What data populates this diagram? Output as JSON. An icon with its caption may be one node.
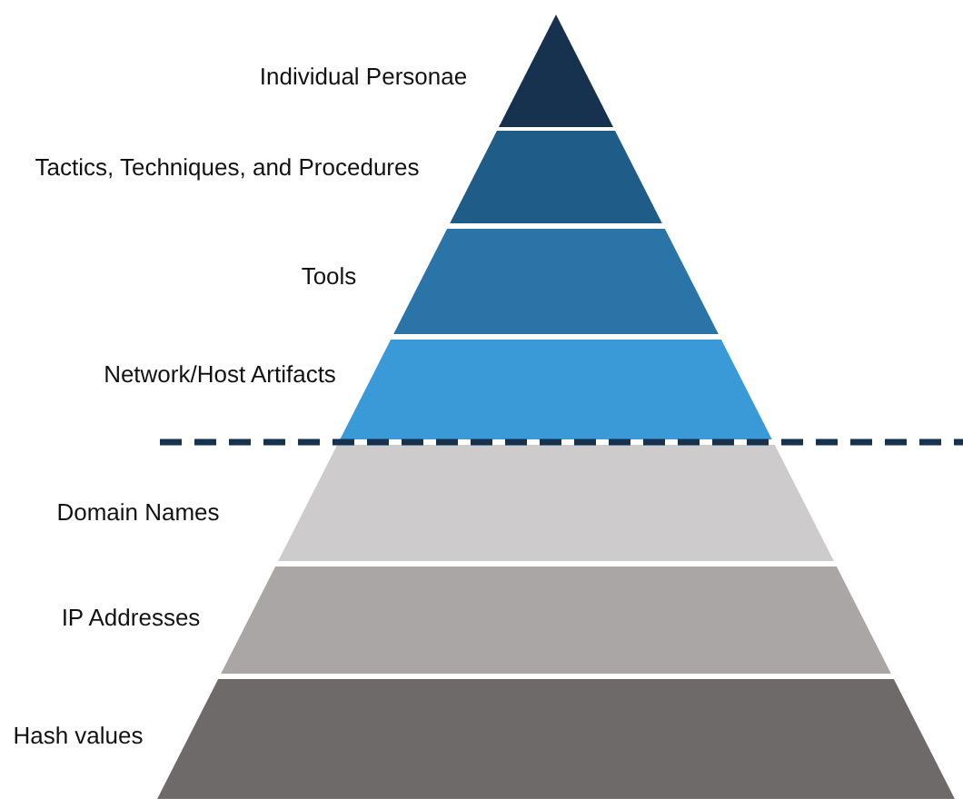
{
  "diagram": {
    "nodes": [
      {
        "text": [
          "Individual Personae"
        ]
      },
      {
        "text": [
          "Tactics, Techniques, and Procedures"
        ]
      },
      {
        "text": [
          "Tools"
        ]
      },
      {
        "text": [
          "Network/Host Artifacts"
        ]
      },
      {
        "text": [
          "Domain Names"
        ]
      },
      {
        "text": [
          "IP Addresses"
        ]
      },
      {
        "text": [
          "Hash values"
        ]
      }
    ],
    "edges": []
  }
}
